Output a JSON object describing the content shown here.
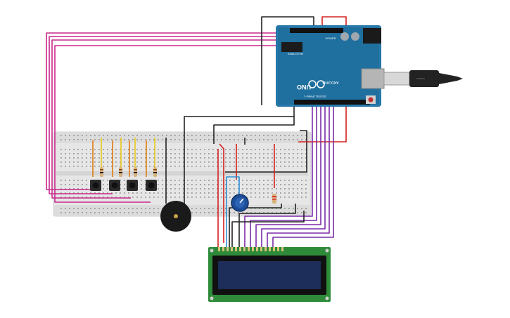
{
  "components": {
    "arduino": {
      "brand": "ARDUINO",
      "model": "UNO",
      "power_label": "POWER",
      "analog_label": "ANALOG IN",
      "digital_label": "DIGITAL (PWM~)",
      "board_color": "#1f6f9f"
    },
    "breadboard": {
      "color": "#e6e6e6"
    },
    "pushbuttons": {
      "count": 4
    },
    "lcd": {
      "type": "16x2",
      "board_color": "#2e8b3a",
      "screen_color": "#1c2e59"
    },
    "potentiometer": {
      "knob_color": "#1d4f9a"
    },
    "buzzer": {
      "color": "#1a1a1a"
    },
    "usb_cable": {
      "color": "#222222"
    }
  },
  "wire_colors": {
    "magenta": "#c8288c",
    "purple": "#7a2ca8",
    "red": "#d42020",
    "black": "#222222",
    "orange": "#e07a10",
    "yellow": "#e8c81a",
    "blue": "#2a8fd6"
  }
}
